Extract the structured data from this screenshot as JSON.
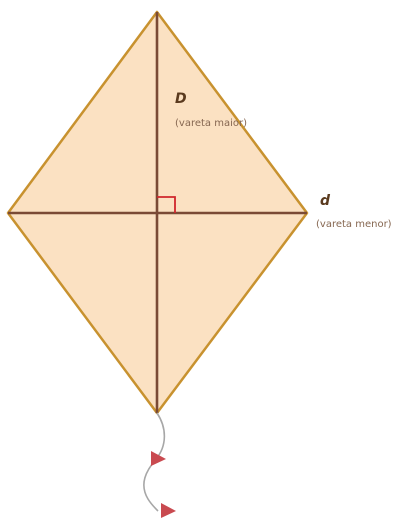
{
  "diagram": {
    "long_diagonal": {
      "symbol": "D",
      "caption": "(vareta maior)"
    },
    "short_diagonal": {
      "symbol": "d",
      "caption": "(vareta menor)"
    }
  },
  "colors": {
    "kite_fill": "#fbe1c2",
    "kite_edge": "#c8922f",
    "stick": "#7a4a35",
    "right_angle_marker": "#d0262c",
    "tail_string": "#a7a7a7",
    "tail_bow": "#c94a50",
    "label": "#5a3a1e",
    "caption": "#866751"
  }
}
